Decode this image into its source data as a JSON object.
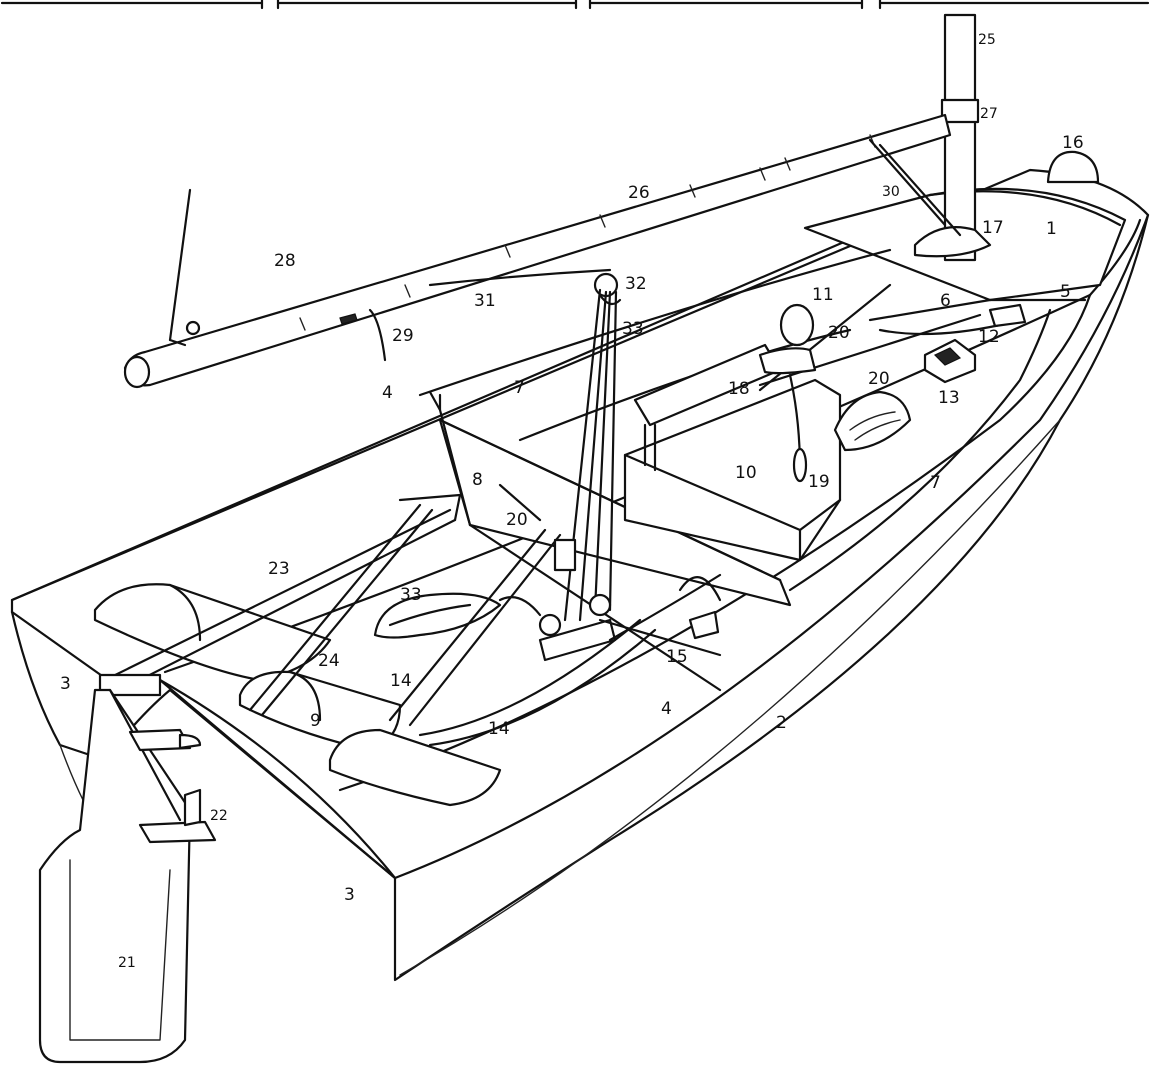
{
  "labels": {
    "l1": "1",
    "l2": "2",
    "l3a": "3",
    "l3b": "3",
    "l4a": "4",
    "l4b": "4",
    "l5": "5",
    "l6": "6",
    "l7a": "7",
    "l7b": "7",
    "l8": "8",
    "l9": "9",
    "l10": "10",
    "l11": "11",
    "l12": "12",
    "l13": "13",
    "l14a": "14",
    "l14b": "14",
    "l15": "15",
    "l16": "16",
    "l17": "17",
    "l18": "18",
    "l19": "19",
    "l20a": "20",
    "l20b": "20",
    "l20c": "20",
    "l21": "21",
    "l22": "22",
    "l23": "23",
    "l24": "24",
    "l25": "25",
    "l26": "26",
    "l27": "27",
    "l28": "28",
    "l29": "29",
    "l30": "30",
    "l31": "31",
    "l32": "32",
    "l33a": "33",
    "l33b": "33"
  }
}
